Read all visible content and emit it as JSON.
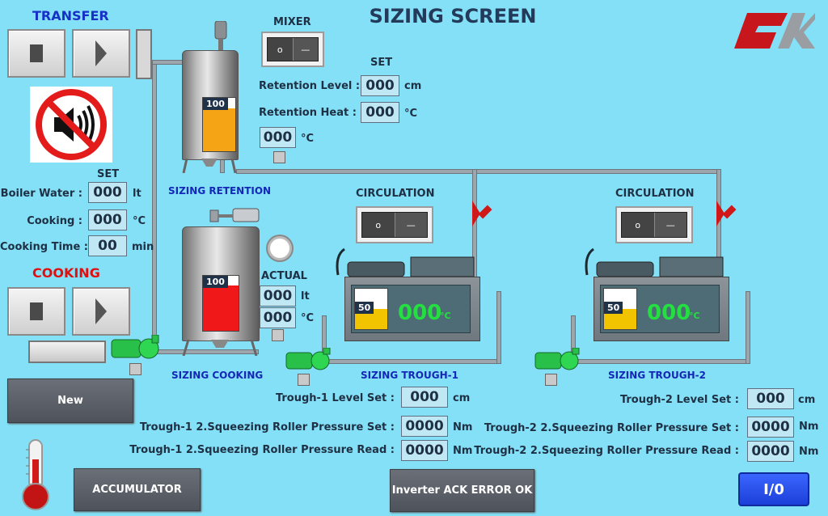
{
  "title": "SIZING SCREEN",
  "brand": "5K",
  "transfer": {
    "header": "TRANSFER"
  },
  "cooking_section": {
    "header": "COOKING"
  },
  "boiler_set": {
    "set_label": "SET",
    "rows": [
      {
        "label": "Boiler Water :",
        "value": "000",
        "unit": "lt"
      },
      {
        "label": "Cooking :",
        "value": "000",
        "unit": "°C"
      },
      {
        "label": "Cooking Time :",
        "value": "00",
        "unit": "min"
      }
    ]
  },
  "new_button": "New",
  "accumulator_button": "ACCUMULATOR",
  "inverter_button": "Inverter ACK ERROR OK",
  "io_button": "I/0",
  "mixer": {
    "label": "MIXER",
    "switch_off": "o",
    "switch_on": "—"
  },
  "retention": {
    "set_label": "SET",
    "level_label": "Retention Level :",
    "level_value": "000",
    "level_unit": "cm",
    "heat_label": "Retention Heat :",
    "heat_value": "000",
    "heat_unit": "°C",
    "actual_value": "000",
    "actual_unit": "°C",
    "tank_level": "100",
    "caption": "SIZING RETENTION"
  },
  "cooking_tank": {
    "actual_label": "ACTUAL",
    "actual_level": "000",
    "actual_level_unit": "lt",
    "actual_temp": "000",
    "actual_temp_unit": "°C",
    "tank_level": "100",
    "caption": "SIZING COOKING"
  },
  "trough1": {
    "circulation_label": "CIRCULATION",
    "level_badge": "50",
    "temp": "000",
    "temp_unit": "°C",
    "caption": "SIZING TROUGH-1",
    "level_set_label": "Trough-1 Level Set :",
    "level_set_value": "000",
    "level_set_unit": "cm",
    "press_set_label": "Trough-1 2.Squeezing Roller Pressure Set :",
    "press_set_value": "0000",
    "press_set_unit": "Nm",
    "press_read_label": "Trough-1 2.Squeezing Roller Pressure Read :",
    "press_read_value": "0000",
    "press_read_unit": "Nm"
  },
  "trough2": {
    "circulation_label": "CIRCULATION",
    "level_badge": "50",
    "temp": "000",
    "temp_unit": "°C",
    "caption": "SIZING TROUGH-2",
    "level_set_label": "Trough-2 Level Set :",
    "level_set_value": "000",
    "level_set_unit": "cm",
    "press_set_label": "Trough-2 2.Squeezing Roller Pressure Set :",
    "press_set_value": "0000",
    "press_set_unit": "Nm",
    "press_read_label": "Trough-2 2.Squeezing Roller Pressure Read :",
    "press_read_value": "0000",
    "press_read_unit": "Nm"
  },
  "colors": {
    "background": "#84e0f6",
    "retention_fill": "#f5a416",
    "cooking_fill": "#f01818",
    "trough_fill": "#f2c400",
    "value_green": "#23e040",
    "io_blue": "#1c3fd8"
  },
  "icons": [
    "mute-icon",
    "thermometer-icon",
    "valve-icon",
    "pump-icon",
    "mixer-motor-icon",
    "lamp-icon"
  ]
}
